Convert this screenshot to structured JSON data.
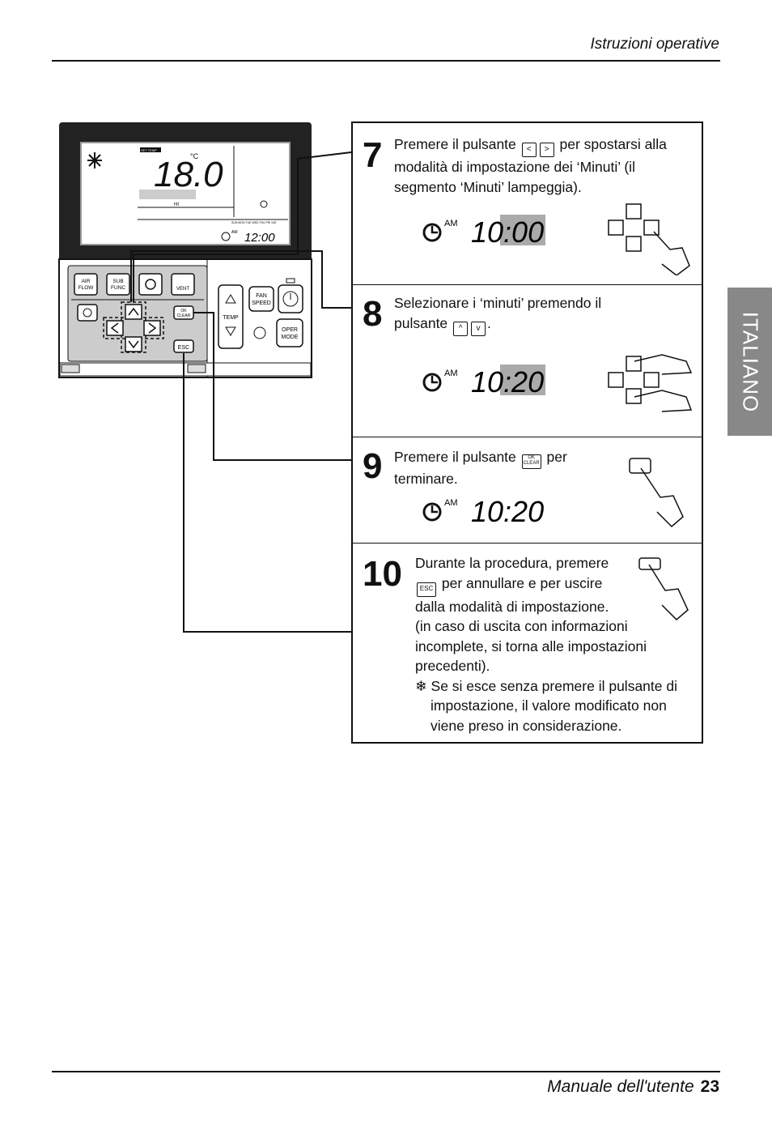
{
  "header": {
    "title": "Istruzioni operative"
  },
  "footer": {
    "label": "Manuale dell'utente",
    "page": "23"
  },
  "side_tab": {
    "label": "ITALIANO"
  },
  "remote": {
    "display": {
      "temp_label": "SET TEMP",
      "temp_value": "18.0",
      "unit": "°C",
      "clock": "12:00",
      "am": "AM",
      "fan": "HI",
      "days": "SUN MON TUE WED THU FRI SAT"
    },
    "buttons": {
      "air_flow": "AIR FLOW",
      "sub_func": "SUB FUNC",
      "vent": "VENT",
      "ok_clear": "OK CLEAR",
      "esc": "ESC",
      "temp": "TEMP",
      "fan_speed": "FAN SPEED",
      "oper_mode": "OPER MODE"
    }
  },
  "steps": [
    {
      "number": "7",
      "line1": "Premere il pulsante",
      "line1b": "per spostarsi alla",
      "line2": "modalità di impostazione dei ‘Minuti’ (il",
      "line3": "segmento ‘Minuti’ lampeggia).",
      "am": "AM",
      "time": "10:00"
    },
    {
      "number": "8",
      "line1": "Selezionare i ‘minuti’ premendo il",
      "line2": "pulsante",
      "line2b": ".",
      "am": "AM",
      "time": "10:20"
    },
    {
      "number": "9",
      "line1": "Premere il pulsante",
      "line1b": "per",
      "line2": "terminare.",
      "am": "AM",
      "time": "10:20"
    },
    {
      "number": "10",
      "line1": "Durante la procedura, premere",
      "line2b": "per annullare e per uscire",
      "line3": "dalla modalità di impostazione.",
      "line4": "(in caso di uscita con informazioni",
      "line5": "incomplete, si torna alle impostazioni",
      "line6": "precedenti).",
      "note1": "❄ Se si esce senza premere il pulsante di",
      "note2": "impostazione, il valore modificato non",
      "note3": "viene preso in considerazione."
    }
  ]
}
